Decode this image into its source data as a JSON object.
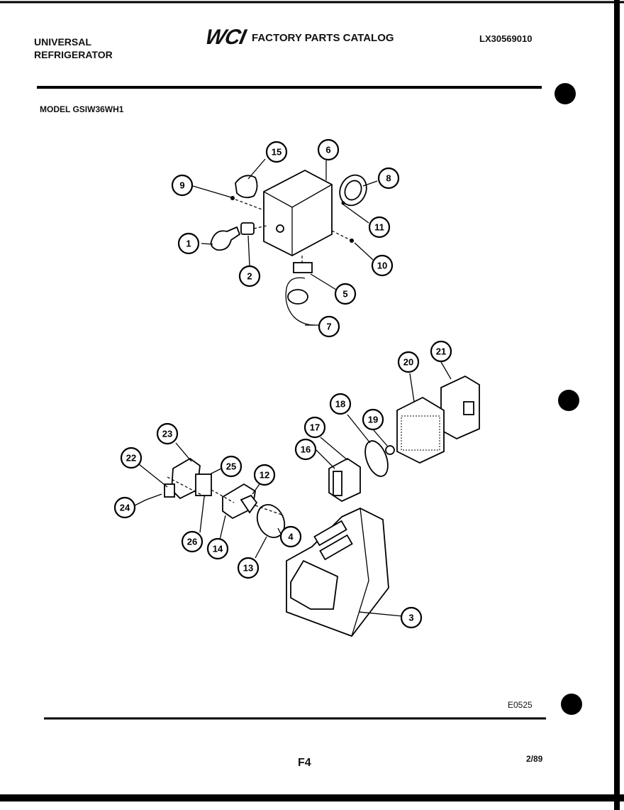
{
  "header": {
    "brand_line1": "UNIVERSAL",
    "brand_line2": "REFRIGERATOR",
    "logo": "WCI",
    "catalog_title": "FACTORY PARTS CATALOG",
    "catalog_number": "LX30569010",
    "model": "MODEL GSIW36WH1"
  },
  "footer": {
    "diagram_code": "E0525",
    "page": "F4",
    "date": "2/89"
  },
  "callouts": [
    "1",
    "2",
    "3",
    "4",
    "5",
    "6",
    "7",
    "8",
    "9",
    "10",
    "11",
    "12",
    "13",
    "14",
    "15",
    "16",
    "17",
    "18",
    "19",
    "20",
    "21",
    "22",
    "23",
    "24",
    "25",
    "26"
  ],
  "colors": {
    "ink": "#000000",
    "paper": "#ffffff"
  }
}
